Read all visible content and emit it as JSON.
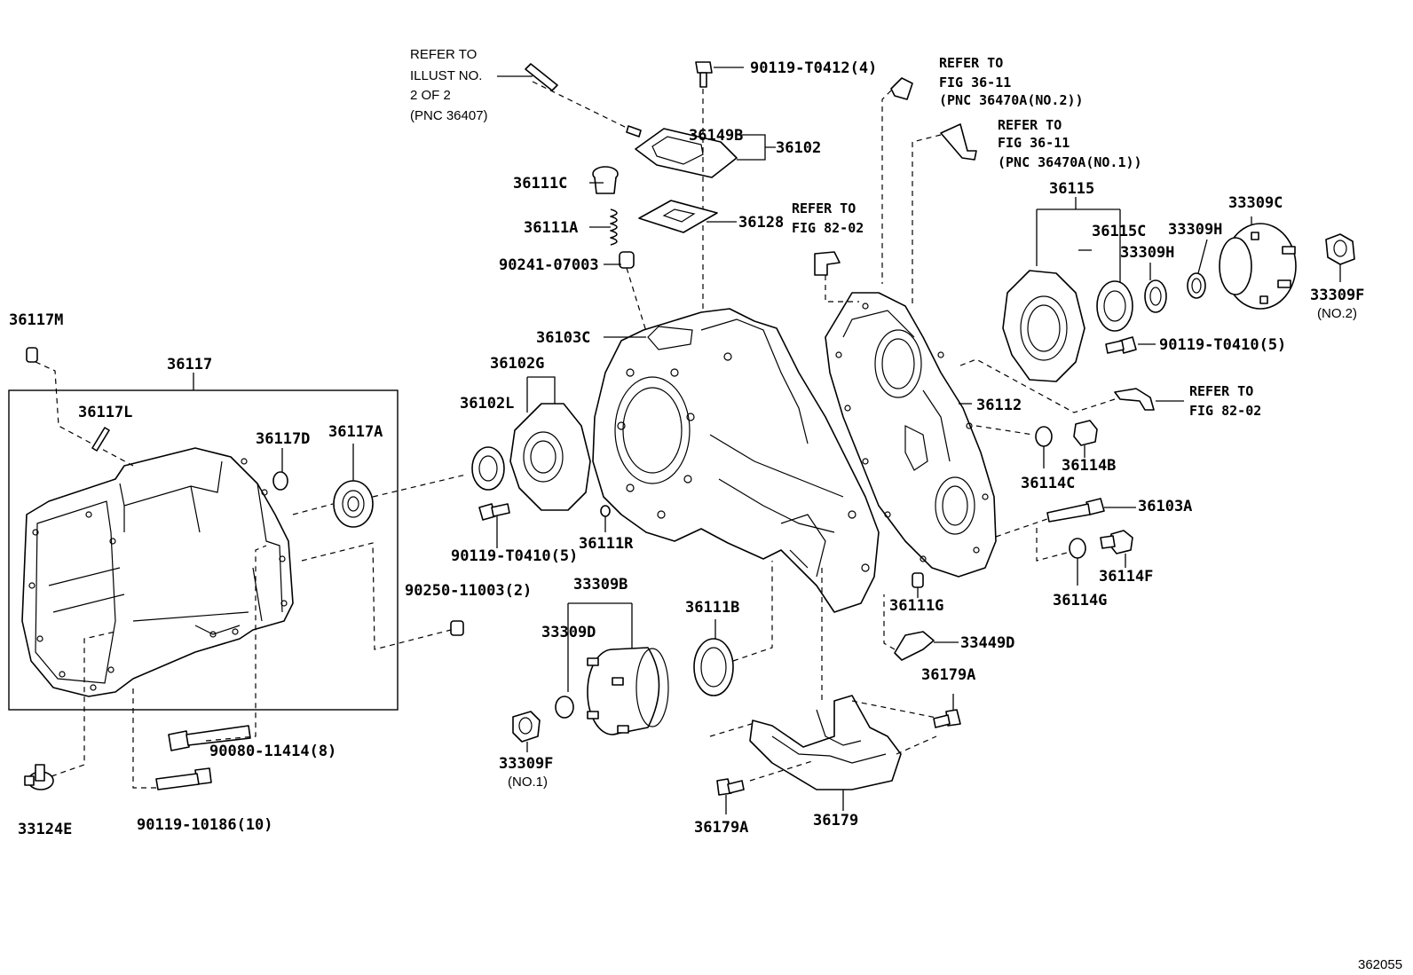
{
  "labels": {
    "p90119_t0412": "90119-T0412(4)",
    "p36149B": "36149B",
    "p36102": "36102",
    "p36111C": "36111C",
    "p36111A": "36111A",
    "p36128": "36128",
    "p90241_07003": "90241-07003",
    "p36103C": "36103C",
    "p36102G": "36102G",
    "p36102L": "36102L",
    "p36117M": "36117M",
    "p36117": "36117",
    "p36117L": "36117L",
    "p36117D": "36117D",
    "p36117A": "36117A",
    "p90119_t0410_left": "90119-T0410(5)",
    "p36111R": "36111R",
    "p90250_11003": "90250-11003(2)",
    "p33309B": "33309B",
    "p33309D": "33309D",
    "p36111B": "36111B",
    "p33309F_no1": "33309F",
    "p33309F_no1_note": "(NO.1)",
    "p90080_11414": "90080-11414(8)",
    "p90119_10186": "90119-10186(10)",
    "p33124E": "33124E",
    "p36179A_top": "36179A",
    "p36179A_bottom": "36179A",
    "p36179": "36179",
    "p36112": "36112",
    "p36115": "36115",
    "p36115C": "36115C",
    "p33309H_a": "33309H",
    "p33309H_b": "33309H",
    "p33309C": "33309C",
    "p33309F_no2": "33309F",
    "p33309F_no2_note": "(NO.2)",
    "p90119_t0410_right": "90119-T0410(5)",
    "p36114B": "36114B",
    "p36114C": "36114C",
    "p36103A": "36103A",
    "p36114F": "36114F",
    "p36114G": "36114G",
    "p36111G": "36111G",
    "p33449D": "33449D"
  },
  "references": {
    "illust": [
      "REFER TO",
      "ILLUST NO.",
      "2 OF 2",
      "(PNC 36407)"
    ],
    "fig3611_no2": [
      "REFER TO",
      "FIG 36-11",
      "(PNC 36470A(NO.2))"
    ],
    "fig3611_no1": [
      "REFER TO",
      "FIG 36-11",
      "(PNC 36470A(NO.1))"
    ],
    "fig8202_top": [
      "REFER TO",
      "FIG 82-02"
    ],
    "fig8202_right": [
      "REFER TO",
      "FIG 82-02"
    ]
  },
  "figure_number": "362055"
}
